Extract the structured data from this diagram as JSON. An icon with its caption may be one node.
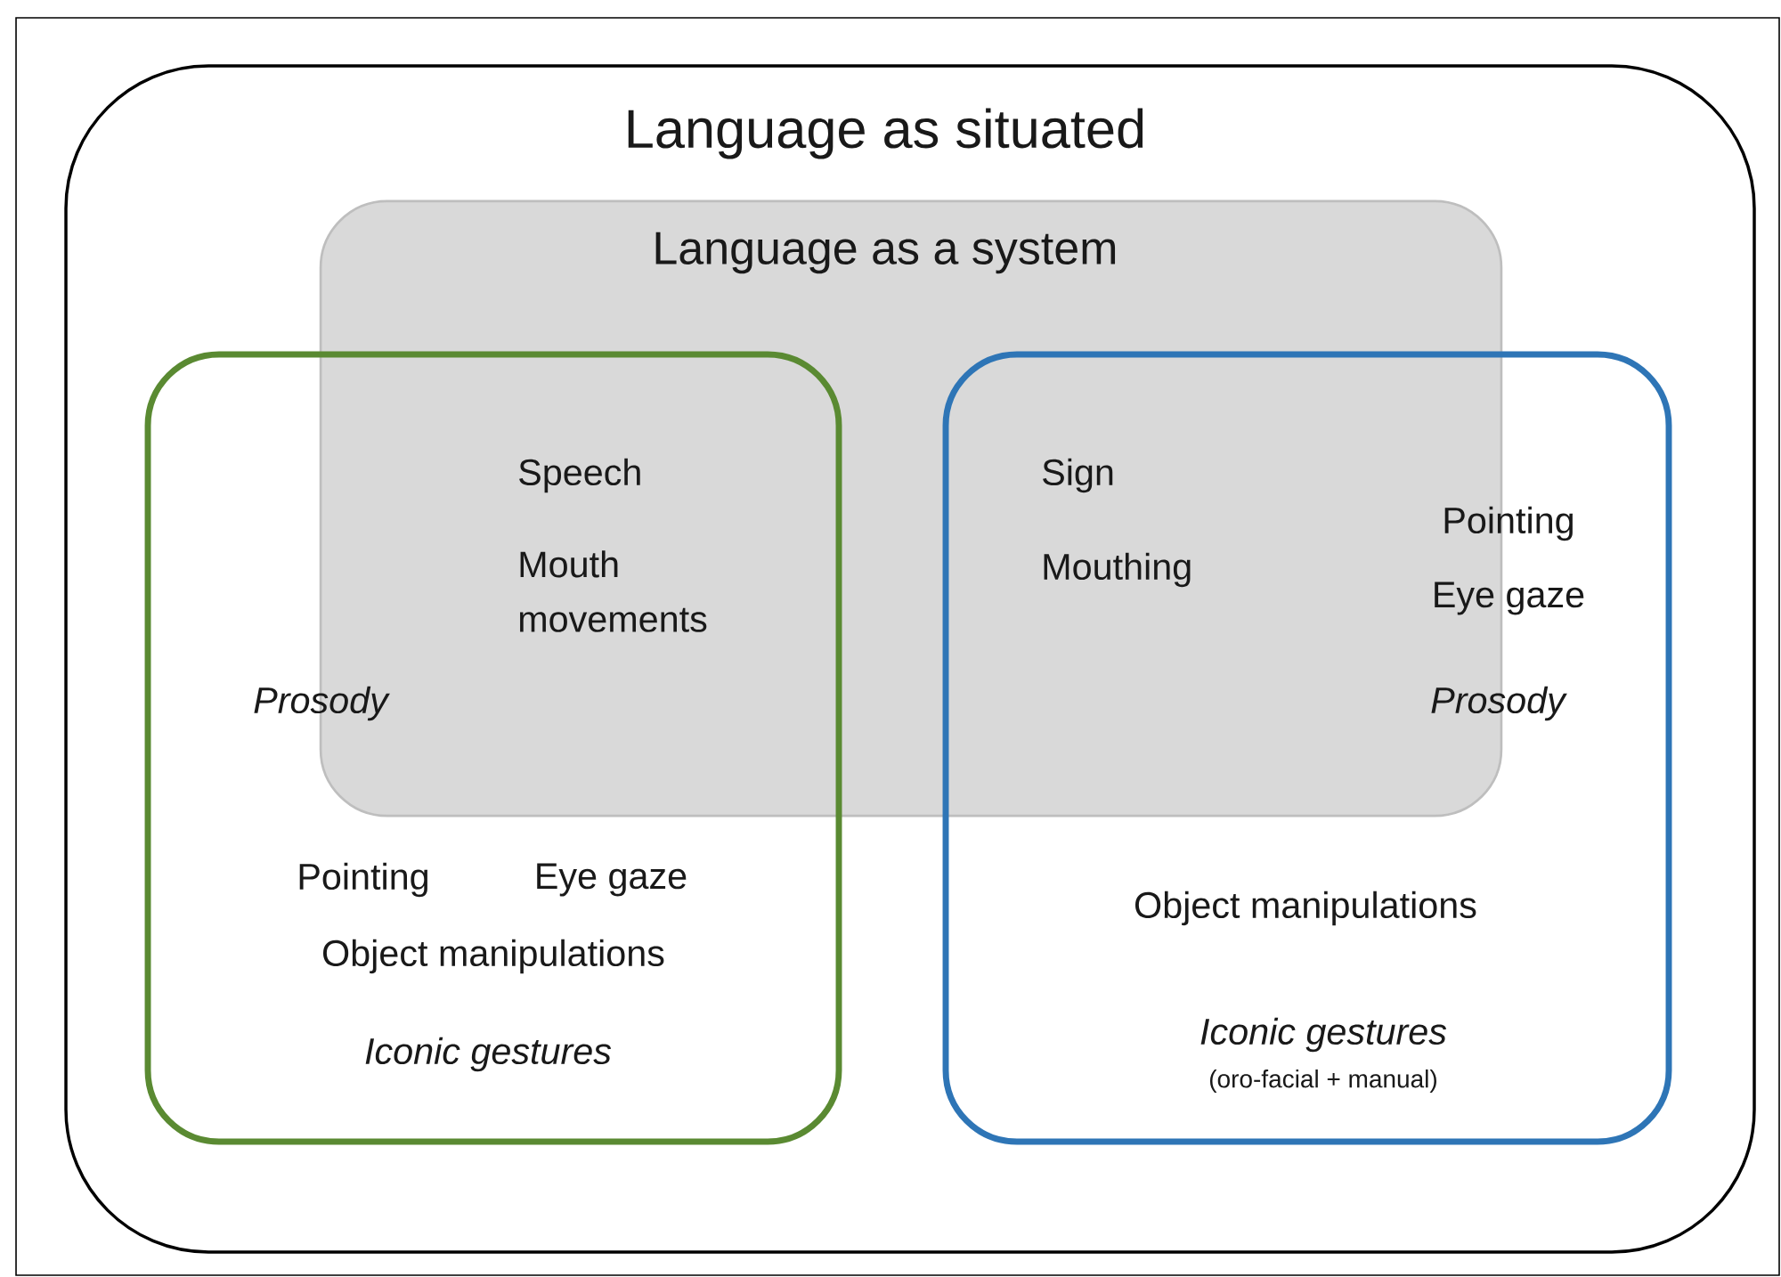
{
  "diagram": {
    "nodes": [
      {
        "text": [
          "Language as situated"
        ]
      },
      {
        "text": [
          "Language as a system"
        ],
        "in": 0
      },
      {
        "text": [
          "Speech",
          "Mouth movements",
          "Prosody",
          "Pointing",
          "Eye gaze",
          "Object manipulations",
          "Iconic gestures"
        ],
        "in": 0
      },
      {
        "text": [
          "Sign",
          "Mouthing",
          "Pointing",
          "Eye gaze",
          "Prosody",
          "Object manipulations",
          "Iconic gestures",
          "(oro-facial + manual)"
        ],
        "in": 0
      }
    ],
    "edges": []
  }
}
